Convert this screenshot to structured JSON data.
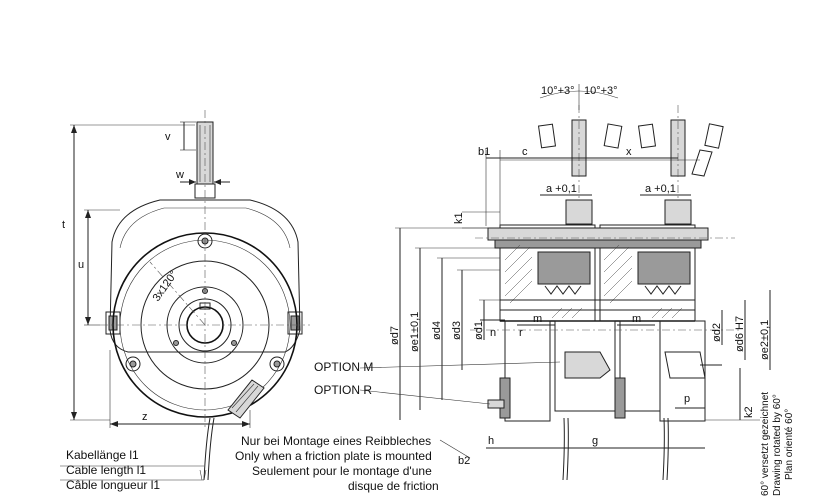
{
  "left_view": {
    "dims": {
      "v": "v",
      "w": "w",
      "t": "t",
      "u": "u",
      "z": "z",
      "angle": "3x120°"
    },
    "cable_note": [
      "Kabellänge l1",
      "Cable length l1",
      "Câble longueur l1"
    ]
  },
  "right_view": {
    "top": {
      "angle1": "10°+3°",
      "angle2": "10°+3°",
      "b1": "b1",
      "c": "c",
      "x": "x",
      "a1": "a +0,1",
      "a2": "a +0,1",
      "k1": "k1"
    },
    "left_dims": {
      "d7": "ød7",
      "e1": "øe1±0,1",
      "d4": "ød4",
      "d3": "ød3",
      "d1": "ød1"
    },
    "mid": {
      "n": "n",
      "r": "r",
      "m1": "m",
      "m2": "m"
    },
    "right_dims": {
      "d2": "ød2",
      "d6": "ød6 H7",
      "e2": "øe2±0,1"
    },
    "bottom": {
      "h": "h",
      "g": "g",
      "b2": "b2",
      "p": "p",
      "k2": "k2"
    }
  },
  "options": {
    "m": "OPTION M",
    "r": "OPTION R"
  },
  "friction_note": [
    "Nur bei Montage eines Reibbleches",
    "Only when a friction plate is mounted",
    "Seulement pour le montage d'une",
    "disque de friction"
  ],
  "rotation_note": [
    "60° versetzt gezeichnet",
    "Drawing rotated by 60°",
    "Plan orienté 60°"
  ]
}
